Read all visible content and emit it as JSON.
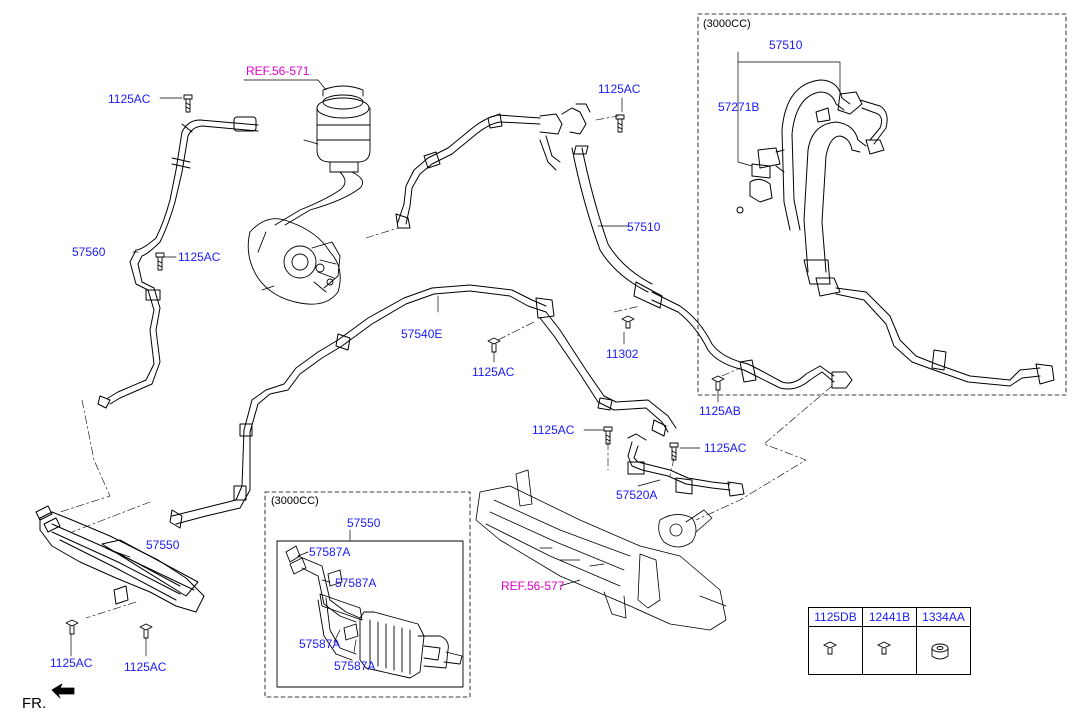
{
  "diagram": {
    "fr_label": "FR.",
    "refs": {
      "ref_top": "REF.56-571",
      "ref_bottom": "REF.56-577"
    },
    "boxes": {
      "box_right_title": "(3000CC)",
      "box_bottom_title": "(3000CC)"
    },
    "labels": {
      "l_1125ac_a": "1125AC",
      "l_1125ac_b": "1125AC",
      "l_1125ac_c": "1125AC",
      "l_1125ac_d": "1125AC",
      "l_1125ac_e": "1125AC",
      "l_1125ac_f": "1125AC",
      "l_1125ac_g": "1125AC",
      "l_1125ac_h": "1125AC",
      "l_1125ab": "1125AB",
      "l_11302": "11302",
      "l_57560": "57560",
      "l_57540e": "57540E",
      "l_57510_main": "57510",
      "l_57510_box": "57510",
      "l_57271b": "57271B",
      "l_57520a": "57520A",
      "l_57550_left": "57550",
      "l_57550_box": "57550",
      "l_57587a_1": "57587A",
      "l_57587a_2": "57587A",
      "l_57587a_3": "57587A",
      "l_57587a_4": "57587A"
    },
    "legend": {
      "h1": "1125DB",
      "h2": "12441B",
      "h3": "1334AA"
    },
    "colors": {
      "part_number": "#1a1aff",
      "reference": "#e000c8",
      "line": "#000000"
    }
  }
}
